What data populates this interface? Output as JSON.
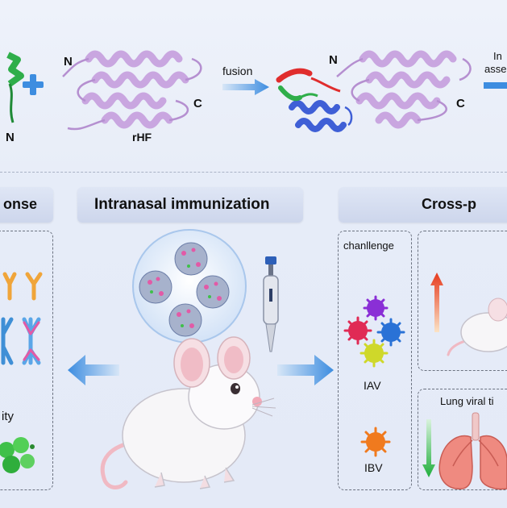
{
  "top": {
    "n_left": "N",
    "rhf_n": "N",
    "rhf_c": "C",
    "rhf_label": "rHF",
    "fusion_label": "fusion",
    "fused_n": "N",
    "fused_c": "C",
    "assembly_line1": "In",
    "assembly_line2": "asse"
  },
  "left_panel": {
    "header": "onse",
    "footer_text": "ity"
  },
  "center": {
    "header": "Intranasal immunization"
  },
  "right_panel": {
    "header": "Cross-p",
    "challenge_label": "chanllenge",
    "iav_label": "IAV",
    "ibv_label": "IBV",
    "lung_title": "Lung viral ti"
  },
  "colors": {
    "helix_purple": "#c9a6e0",
    "helix_blue": "#3f5fd6",
    "helix_red": "#e02d2d",
    "helix_green": "#2fae4a",
    "arrow_blue": "#3d8de0",
    "virus_purple": "#8a2fd6",
    "virus_red": "#e02a55",
    "virus_blue": "#2a72d6",
    "virus_yellow": "#cfd82a",
    "virus_orange": "#f07a1e"
  }
}
